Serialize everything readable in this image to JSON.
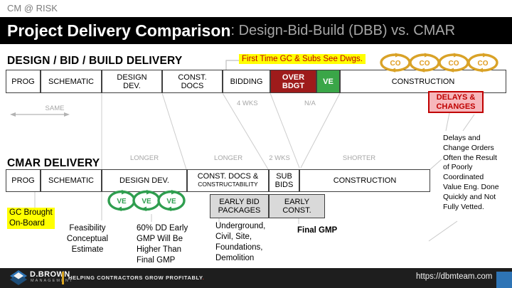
{
  "header": {
    "eyebrow": "CM @ RISK",
    "title": "Project Delivery Comparison",
    "subtitle": ": Design-Bid-Build (DBB) vs. CMAR"
  },
  "dbb": {
    "heading": "DESIGN / BID / BUILD DELIVERY",
    "note": "First Time GC & Subs See Dwgs.",
    "prog": "PROG",
    "schematic": "SCHEMATIC",
    "design_dev": "DESIGN\nDEV.",
    "const_docs": "CONST.\nDOCS",
    "bidding": "BIDDING",
    "over_budget": "OVER\nBDGT",
    "ve": "VE",
    "construction": "CONSTRUCTION",
    "co_label": "CO",
    "delays_label": "DELAYS &\nCHANGES"
  },
  "labels": {
    "same": "SAME",
    "four_wks": "4 WKS",
    "na": "N/A",
    "longer_1": "LONGER",
    "longer_2": "LONGER",
    "two_wks": "2 WKS",
    "shorter": "SHORTER"
  },
  "cmar": {
    "heading": "CMAR DELIVERY",
    "prog": "PROG",
    "schematic": "SCHEMATIC",
    "design_dev": "DESIGN DEV.",
    "const_docs_line1": "CONST. DOCS &",
    "const_docs_line2": "CONSTRUCTABILITY",
    "sub_bids": "SUB\nBIDS",
    "construction": "CONSTRUCTION",
    "ve_label": "VE",
    "early_bid": "EARLY BID\nPACKAGES",
    "early_const": "EARLY\nCONST."
  },
  "annotations": {
    "gc_onboard": "GC Brought\nOn-Board",
    "feasibility": "Feasibility\nConceptual\nEstimate",
    "early_gmp": "60% DD Early\nGMP Will Be\nHigher Than\nFinal GMP",
    "scopes": "Underground,\nCivil, Site,\nFoundations,\nDemolition",
    "final_gmp": "Final GMP",
    "delays_detail": "Delays and\nChange Orders\nOften the Result\nof Poorly\nCoordinated\nValue Eng. Done\nQuickly and Not\nFully Vetted."
  },
  "footer": {
    "brand": "D.BROWN",
    "brand_sub": "MANAGEMENT",
    "tagline": "HELPING CONTRACTORS GROW PROFITABLY",
    "tagline_period": ".",
    "url": "https://dbmteam.com"
  },
  "colors": {
    "over_budget_red": "#9e1b1b",
    "ve_green": "#3aa648",
    "delays_pink": "#f6b7bb",
    "alert_red": "#c00000",
    "highlight_yellow": "#ffff00",
    "co_gold": "#d9a227",
    "ve_oval_green": "#2f9e4f",
    "accent_blue": "#2e74b5",
    "footer_gold": "#d9a521"
  }
}
